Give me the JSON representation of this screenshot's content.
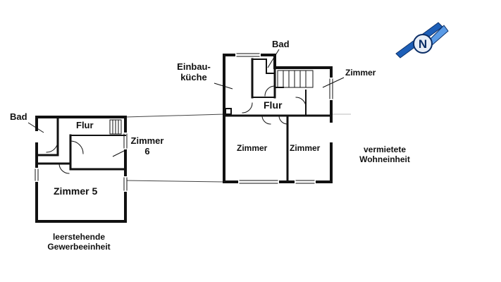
{
  "colors": {
    "wall": "#111111",
    "accent": "#1d5fb8",
    "background": "#ffffff"
  },
  "compass": {
    "icon": "compass-north-icon",
    "letter": "N"
  },
  "left_unit": {
    "rooms": {
      "bad": "Bad",
      "flur": "Flur",
      "zimmer6_line1": "Zimmer",
      "zimmer6_line2": "6",
      "zimmer5": "Zimmer 5"
    },
    "caption_line1": "leerstehende",
    "caption_line2": "Gewerbeeinheit"
  },
  "right_unit": {
    "rooms": {
      "bad": "Bad",
      "kitchen_line1": "Einbau-",
      "kitchen_line2": "küche",
      "zimmer_top": "Zimmer",
      "flur": "Flur",
      "zimmer_left": "Zimmer",
      "zimmer_right": "Zimmer"
    },
    "caption_line1": "vermietete",
    "caption_line2": "Wohneinheit"
  }
}
